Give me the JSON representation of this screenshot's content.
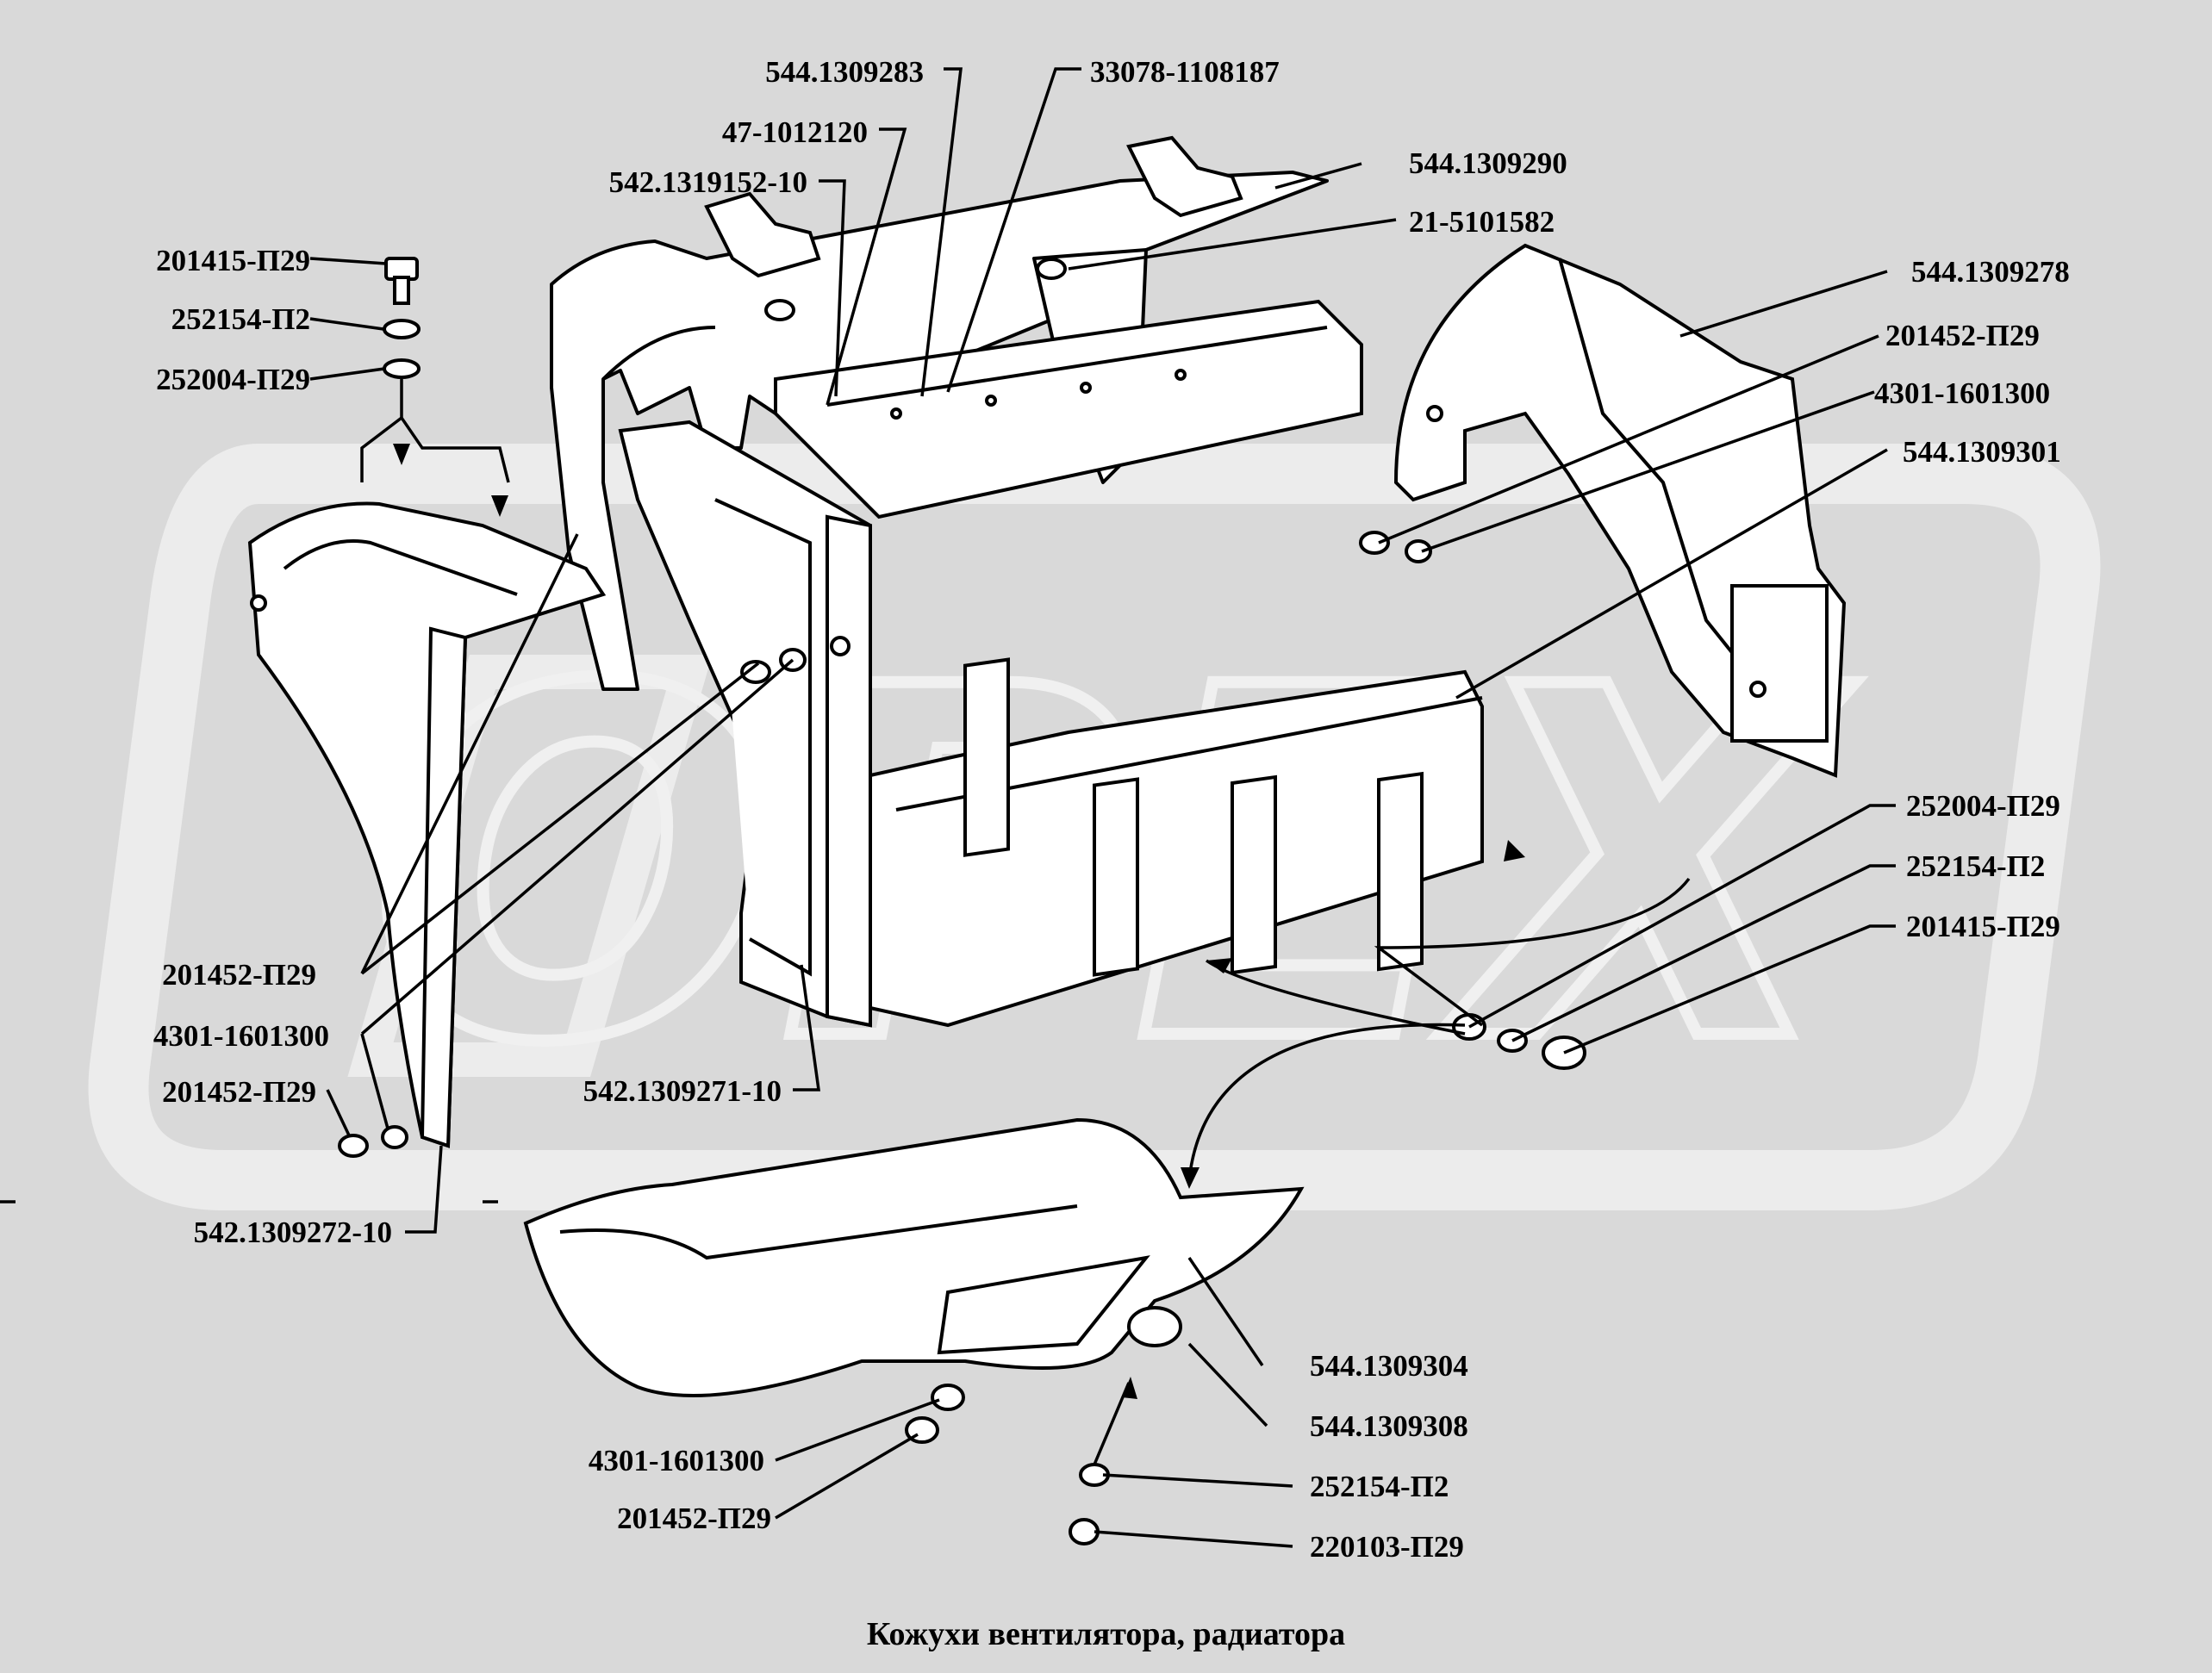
{
  "watermark_text": "OPEX",
  "caption": "Кожухи вентилятора, радиатора",
  "colors": {
    "background": "#d9d9d9",
    "part_fill": "#ffffff",
    "line": "#000000",
    "watermark": "#ececec"
  },
  "labels": {
    "l1": "544.1309283",
    "l2": "33078-1108187",
    "l3": "47-1012120",
    "l4": "542.1319152-10",
    "l5": "544.1309290",
    "l6": "21-5101582",
    "l7": "201415-П29",
    "l8": "252154-П2",
    "l9": "252004-П29",
    "l10": "544.1309278",
    "l11": "201452-П29",
    "l12": "4301-1601300",
    "l13": "544.1309301",
    "l14": "252004-П29",
    "l15": "252154-П2",
    "l16": "201415-П29",
    "l17": "201452-П29",
    "l18": "4301-1601300",
    "l19": "201452-П29",
    "l20": "542.1309271-10",
    "l21": "542.1309272-10",
    "l22": "544.1309304",
    "l23": "544.1309308",
    "l24": "4301-1601300",
    "l25": "201452-П29",
    "l26": "252154-П2",
    "l27": "220103-П29"
  }
}
